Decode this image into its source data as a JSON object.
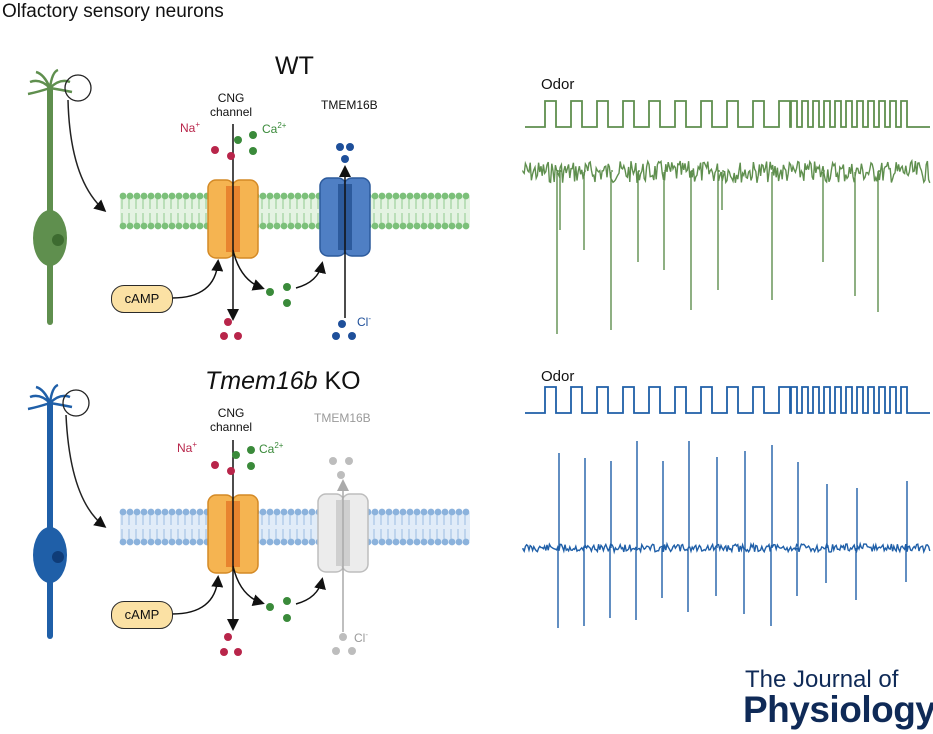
{
  "title": "Olfactory sensory neurons",
  "wt": {
    "title": "WT",
    "cng_label": "CNG\nchannel",
    "tmem_label": "TMEM16B",
    "na": "Na",
    "na_sup": "+",
    "ca": "Ca",
    "ca_sup": "2+",
    "cl": "Cl",
    "cl_sup": "-",
    "camp": "cAMP",
    "odor": "Odor"
  },
  "ko": {
    "title_italic": "Tmem16b",
    "title_rest": " KO",
    "cng_label": "CNG\nchannel",
    "tmem_label": "TMEM16B",
    "na": "Na",
    "na_sup": "+",
    "ca": "Ca",
    "ca_sup": "2+",
    "cl": "Cl",
    "cl_sup": "-",
    "camp": "cAMP",
    "odor": "Odor"
  },
  "journal": {
    "line1": "The Journal of",
    "line2": "Physiology"
  },
  "colors": {
    "wt": "#5f8f4e",
    "ko": "#1f5fa8",
    "sodium": "#b8254a",
    "calcium": "#3a8a3a",
    "chloride": "#1e4f9a",
    "cng": "#f5b451",
    "tmem_wt": "#4f7fc4",
    "tmem_ko": "#dddddd"
  },
  "odor_protocol": {
    "pulses": 21,
    "pattern": "10 spaced pulses followed by 11 rapid pulses"
  }
}
